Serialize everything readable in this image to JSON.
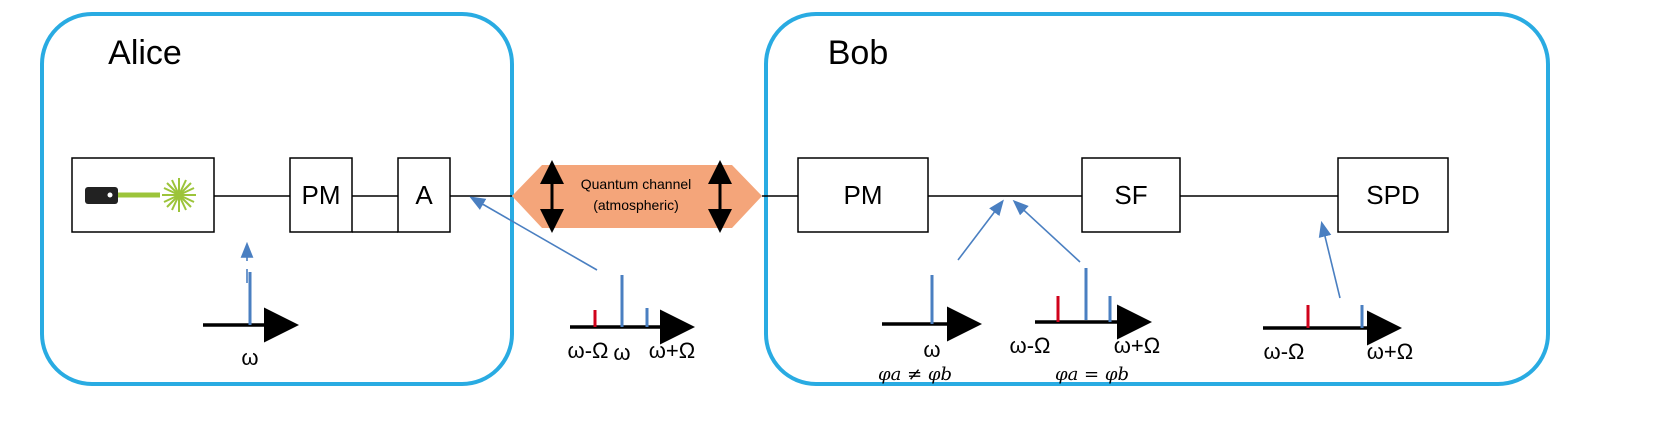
{
  "colors": {
    "party_border": "#29abe2",
    "channel_fill": "#f4a57a",
    "carrier": "#4a7fc1",
    "sideband_red": "#d0021b",
    "laser_green": "#9cc43a"
  },
  "alice": {
    "title": "Alice",
    "pm": "PM",
    "attenuator": "A",
    "spectrum_label": "ω"
  },
  "channel": {
    "line1": "Quantum channel",
    "line2": "(atmospheric)"
  },
  "transmitted": {
    "labels": [
      "ω-Ω",
      "ω",
      "ω+Ω"
    ]
  },
  "bob": {
    "title": "Bob",
    "pm": "PM",
    "sf": "SF",
    "spd": "SPD",
    "spectrum1": {
      "label": "ω",
      "condition": "φa ≠ φb"
    },
    "spectrum2": {
      "left": "ω-Ω",
      "right": "ω+Ω",
      "condition": "φa = φb"
    },
    "spectrum3": {
      "left": "ω-Ω",
      "right": "ω+Ω"
    }
  }
}
